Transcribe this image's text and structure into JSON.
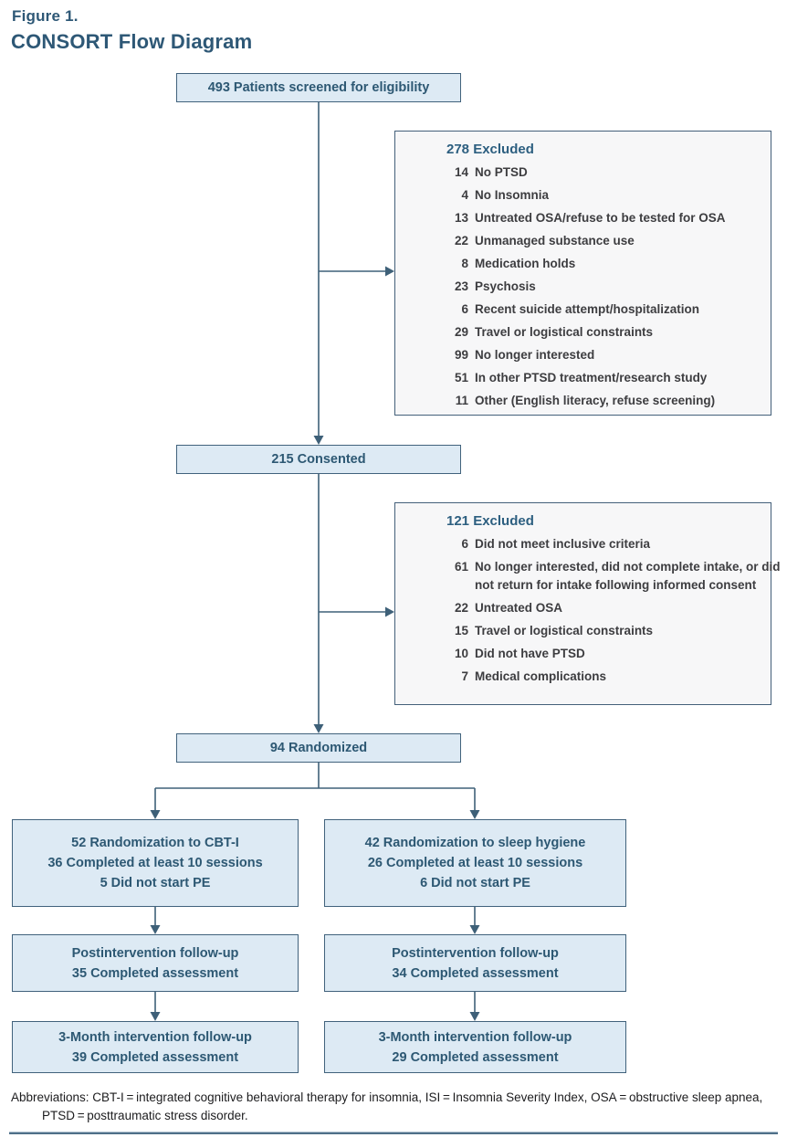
{
  "figure": {
    "label": "Figure 1.",
    "title": "CONSORT Flow Diagram"
  },
  "flow": {
    "screened": "493 Patients screened for eligibility",
    "excluded1": {
      "heading": "278 Excluded",
      "items": [
        {
          "n": "14",
          "label": "No PTSD"
        },
        {
          "n": "4",
          "label": "No Insomnia"
        },
        {
          "n": "13",
          "label": "Untreated OSA/refuse to be tested for OSA"
        },
        {
          "n": "22",
          "label": "Unmanaged substance use"
        },
        {
          "n": "8",
          "label": "Medication holds"
        },
        {
          "n": "23",
          "label": "Psychosis"
        },
        {
          "n": "6",
          "label": "Recent suicide attempt/hospitalization"
        },
        {
          "n": "29",
          "label": "Travel or logistical constraints"
        },
        {
          "n": "99",
          "label": "No longer interested"
        },
        {
          "n": "51",
          "label": "In other PTSD treatment/research study"
        },
        {
          "n": "11",
          "label": "Other (English literacy, refuse screening)"
        }
      ]
    },
    "consented": "215 Consented",
    "excluded2": {
      "heading": "121 Excluded",
      "items": [
        {
          "n": "6",
          "label": "Did not meet inclusive criteria"
        },
        {
          "n": "61",
          "label": "No longer interested, did not complete intake, or did not return for intake following informed consent"
        },
        {
          "n": "22",
          "label": "Untreated OSA"
        },
        {
          "n": "15",
          "label": "Travel or logistical constraints"
        },
        {
          "n": "10",
          "label": "Did not have PTSD"
        },
        {
          "n": "7",
          "label": "Medical complications"
        }
      ]
    },
    "randomized": "94 Randomized",
    "left_arm": {
      "lines": [
        "52 Randomization to CBT-I",
        "36 Completed at least 10 sessions",
        "5 Did not start PE"
      ],
      "post": [
        "Postintervention follow-up",
        "35 Completed assessment"
      ],
      "month3": [
        "3-Month intervention follow-up",
        "39 Completed assessment"
      ]
    },
    "right_arm": {
      "lines": [
        "42 Randomization to sleep hygiene",
        "26 Completed at least 10 sessions",
        "6 Did not start PE"
      ],
      "post": [
        "Postintervention follow-up",
        "34 Completed assessment"
      ],
      "month3": [
        "3-Month intervention follow-up",
        "29 Completed assessment"
      ]
    }
  },
  "footer": {
    "abbreviations": "Abbreviations: CBT-I = integrated cognitive behavioral therapy for insomnia, ISI = Insomnia Severity Index, OSA = obstructive sleep apnea, PTSD = posttraumatic stress disorder."
  },
  "colors": {
    "title": "#2e5876",
    "box_fill": "#ddeaf4",
    "box_border": "#41627c",
    "box_text": "#2d5873",
    "excluded_fill": "#f7f7f8",
    "excluded_heading": "#2d5f80",
    "excluded_text": "#3d3d40",
    "connector": "#3e6078"
  }
}
